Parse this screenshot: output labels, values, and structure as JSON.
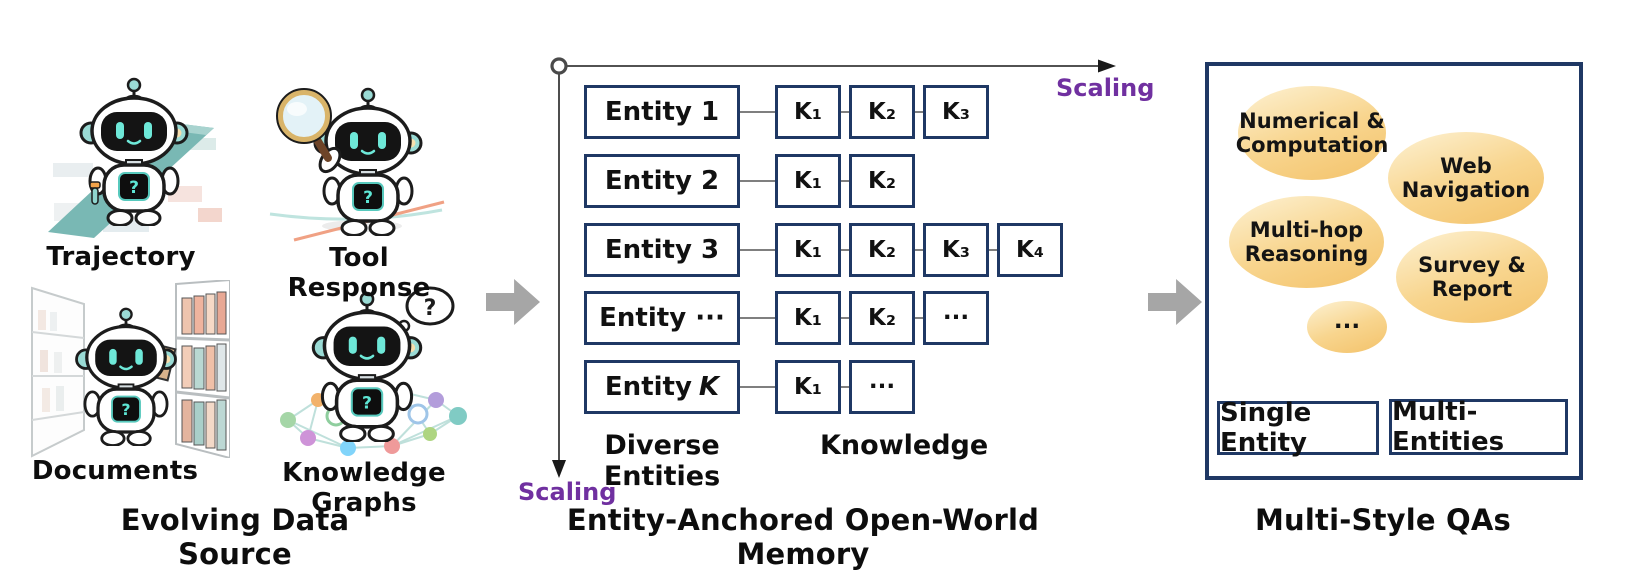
{
  "data_source": {
    "title": "Evolving Data Source",
    "items": [
      {
        "label": "Trajectory",
        "icon": "trajectory-robot-icon"
      },
      {
        "label": "Tool Response",
        "icon": "tool-response-robot-icon"
      },
      {
        "label": "Documents",
        "icon": "documents-robot-icon"
      },
      {
        "label": "Knowledge Graphs",
        "icon": "knowledge-graph-robot-icon"
      }
    ]
  },
  "memory": {
    "title": "Entity-Anchored Open-World Memory",
    "x_axis_label": "Scaling",
    "y_axis_label": "Scaling",
    "entities_label": "Diverse Entities",
    "knowledge_label": "Knowledge",
    "rows": [
      {
        "entity": "Entity 1",
        "knowledge": [
          "K₁",
          "K₂",
          "K₃"
        ]
      },
      {
        "entity": "Entity 2",
        "knowledge": [
          "K₁",
          "K₂"
        ]
      },
      {
        "entity": "Entity 3",
        "knowledge": [
          "K₁",
          "K₂",
          "K₃",
          "K₄"
        ]
      },
      {
        "entity": "Entity ···",
        "knowledge": [
          "K₁",
          "K₂",
          "···"
        ]
      },
      {
        "entity": "Entity",
        "entity_var": "K",
        "knowledge": [
          "K₁",
          "···"
        ]
      }
    ]
  },
  "qas": {
    "title": "Multi-Style QAs",
    "bubbles": [
      {
        "label": "Numerical & Computation"
      },
      {
        "label": "Web Navigation"
      },
      {
        "label": "Multi-hop Reasoning"
      },
      {
        "label": "Survey & Report"
      },
      {
        "label": "···"
      }
    ],
    "source_boxes": [
      {
        "label": "Single Entity"
      },
      {
        "label": "Multi-Entities"
      }
    ]
  },
  "glyphs": {
    "question_mark": "?"
  },
  "colors": {
    "box_border_navy": "#1f3864",
    "scaling_purple": "#7030a0",
    "flow_arrow_gray": "#a6a6a6",
    "dashed_arrow_gray": "#c9c9c9",
    "bubble_amber": "#f3c26a",
    "robot_teal": "#6ee8d8"
  }
}
